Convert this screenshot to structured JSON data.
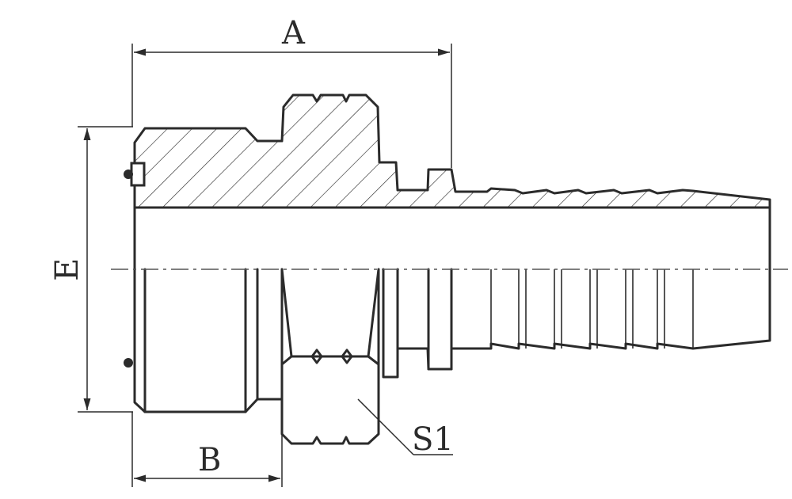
{
  "dimensions": {
    "A": "A",
    "B": "B",
    "E": "E",
    "S1": "S1"
  }
}
